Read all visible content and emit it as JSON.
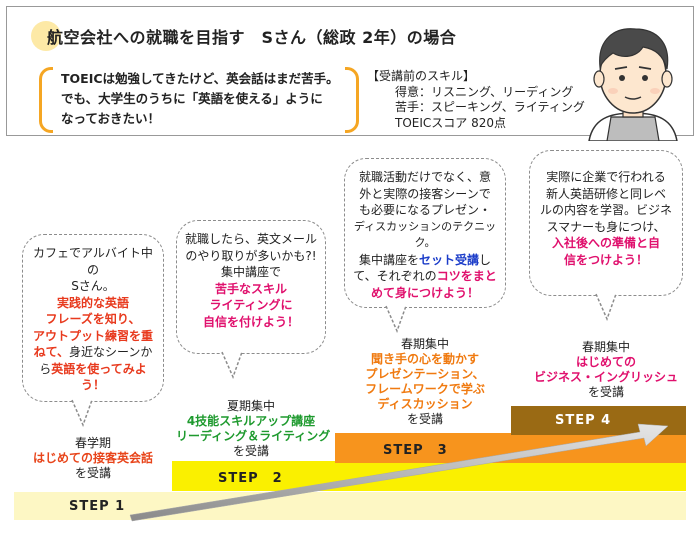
{
  "header": {
    "title": "航空会社への就職を目指す　Sさん（総政 2年）の場合",
    "quote": {
      "line1": "TOEICは勉強してきたけど、英会話はまだ苦手。",
      "line2": "でも、大学生のうちに「英語を使える」ように",
      "line3": "なっておきたい！"
    },
    "skills": {
      "heading": "【受講前のスキル】",
      "strong": "得意：リスニング、リーディング",
      "weak": "苦手：スピーキング、ライティング",
      "score": "TOEICスコア 820点"
    }
  },
  "bubbles": {
    "b1": {
      "p1": "カフェでアルバイト中の",
      "p2": "Sさん。",
      "p3": "実践的な英語",
      "p4": "フレーズを知り、",
      "p5": "アウトプット練習を重",
      "p6": "ねて、",
      "p7": "身近なシーンか",
      "p8": "ら",
      "p9": "英語を使ってみよ",
      "p10": "う！"
    },
    "b2": {
      "p1": "就職したら、英文メール",
      "p2": "のやり取りが多いかも?!",
      "p3": "集中講座で",
      "p4": "苦手なスキル",
      "p5": "ライティングに",
      "p6": "自信を付けよう！"
    },
    "b3": {
      "p1": "就職活動だけでなく、意",
      "p2": "外と実際の接客シーンで",
      "p3": "も必要になるプレゼン・",
      "p4": "ディスカッションのテクニック。",
      "p5": "集中講座を",
      "p6": "セット受講",
      "p7": "し",
      "p8": "て、それぞれの",
      "p9": "コツをまと",
      "p10": "めて身につけよう！"
    },
    "b4": {
      "p1": "実際に企業で行われる",
      "p2": "新人英語研修と同レベ",
      "p3": "ルの内容を学習。ビジネ",
      "p4": "スマナーも身につけ、",
      "p5": "入社後への準備と自",
      "p6": "信をつけよう！"
    }
  },
  "steps": {
    "s1": {
      "label": "STEP 1",
      "color": "#fdf7c4"
    },
    "s2": {
      "label": "STEP　2",
      "color": "#faf000"
    },
    "s3": {
      "label": "STEP　3",
      "color": "#f7941d"
    },
    "s4": {
      "label": "STEP 4",
      "color": "#9a6a14"
    }
  },
  "courses": {
    "c1": {
      "term": "春学期",
      "name": "はじめての接客英会話",
      "suffix": "を受講"
    },
    "c2": {
      "term": "夏期集中",
      "name1": "4技能スキルアップ講座",
      "name2": "リーディング＆ライティング",
      "suffix": "を受講"
    },
    "c3": {
      "term": "春期集中",
      "name1": "聞き手の心を動かす",
      "name2": "プレゼンテーション、",
      "name3": "フレームワークで学ぶ",
      "name4": "ディスカッション",
      "suffix": "を受講"
    },
    "c4": {
      "term": "春期集中",
      "name1": "はじめての",
      "name2": "ビジネス・イングリッシュ",
      "suffix": "を受講"
    }
  }
}
